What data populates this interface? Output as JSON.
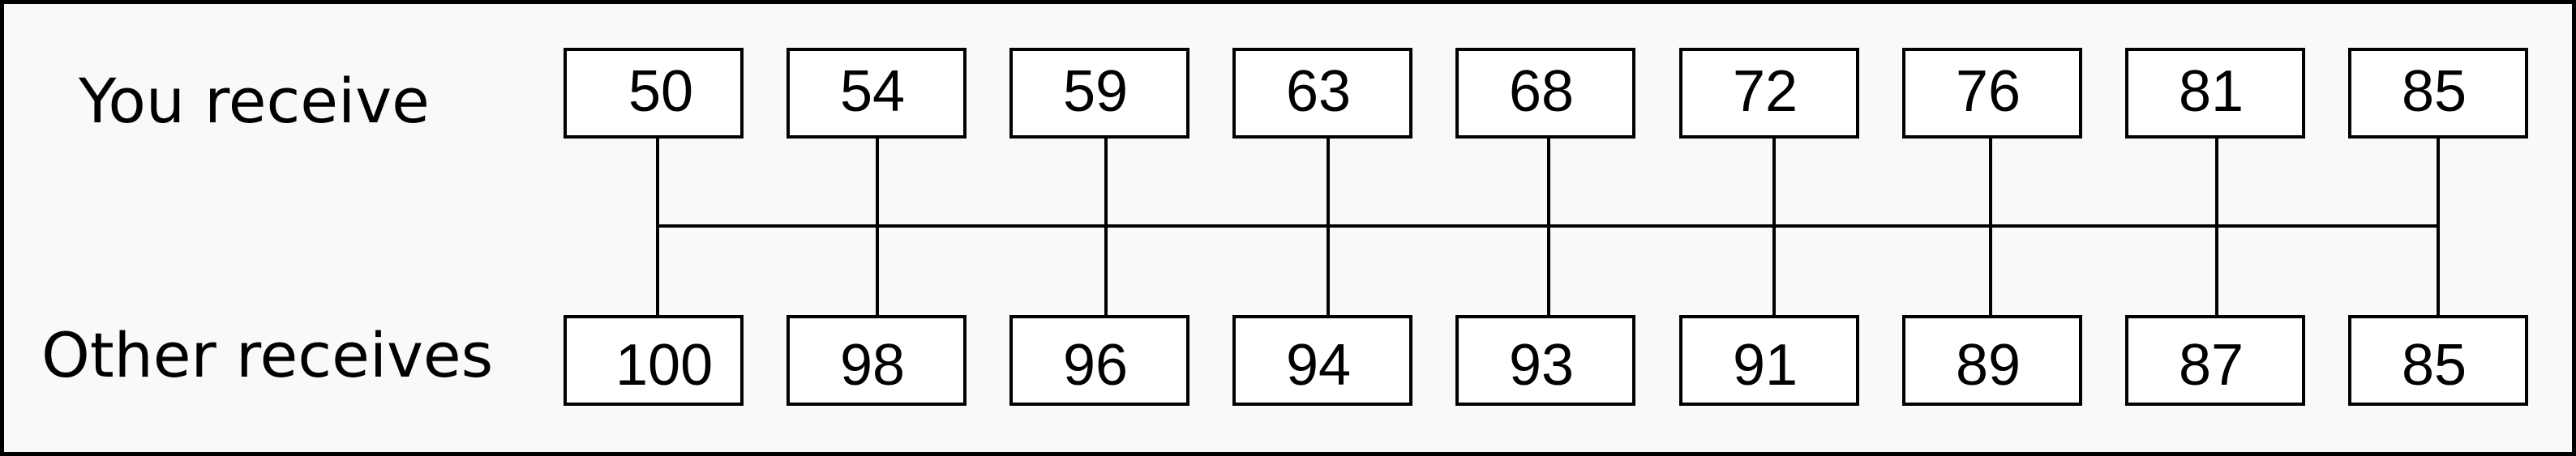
{
  "labels": {
    "you_receive": "You receive",
    "other_receives": "Other receives"
  },
  "options": [
    {
      "you": "50",
      "other": "100"
    },
    {
      "you": "54",
      "other": "98"
    },
    {
      "you": "59",
      "other": "96"
    },
    {
      "you": "63",
      "other": "94"
    },
    {
      "you": "68",
      "other": "93"
    },
    {
      "you": "72",
      "other": "91"
    },
    {
      "you": "76",
      "other": "89"
    },
    {
      "you": "81",
      "other": "87"
    },
    {
      "you": "85",
      "other": "85"
    }
  ]
}
